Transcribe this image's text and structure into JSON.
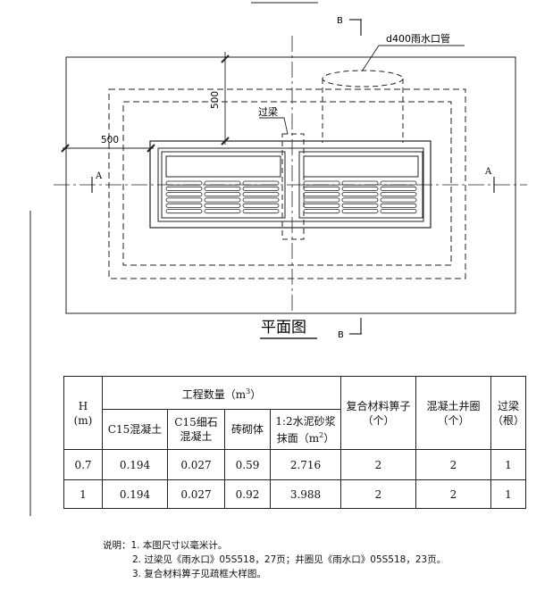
{
  "plan": {
    "title": "平面图",
    "section_a": "A",
    "section_b": "B",
    "pipe_label": "d400雨水口管",
    "beam_label": "过梁",
    "dim_horizontal": "500",
    "dim_vertical": "500"
  },
  "table": {
    "h_label": "H",
    "h_unit": "(m)",
    "group_header_text": "工程数量（m",
    "group_header_sup": "3",
    "group_header_close": "）",
    "sub_headers": {
      "c15": "C15混凝土",
      "c15_fine_1": "C15细石",
      "c15_fine_2": "混凝土",
      "masonry": "砖砌体",
      "mortar_1": "1:2水泥砂浆",
      "mortar_2": "抹面（m",
      "mortar_sup": "2",
      "mortar_close": "）"
    },
    "grate_1": "复合材料箅子",
    "grate_2": "（个）",
    "ring_1": "混凝土井圈",
    "ring_2": "（个）",
    "beam_1": "过梁",
    "beam_2": "（根）",
    "rows": [
      {
        "h": "0.7",
        "c15": "0.194",
        "c15_fine": "0.027",
        "masonry": "0.59",
        "mortar": "2.716",
        "grate": "2",
        "ring": "2",
        "beam": "1"
      },
      {
        "h": "1",
        "c15": "0.194",
        "c15_fine": "0.027",
        "masonry": "0.92",
        "mortar": "3.988",
        "grate": "2",
        "ring": "2",
        "beam": "1"
      }
    ]
  },
  "notes": {
    "label": "说明：",
    "items": [
      "1. 本图尺寸以毫米计。",
      "2. 过梁见《雨水口》05S518，27页；井圈见《雨水口》05S518，23页。",
      "3. 复合材料箅子见疏框大样图。"
    ]
  }
}
